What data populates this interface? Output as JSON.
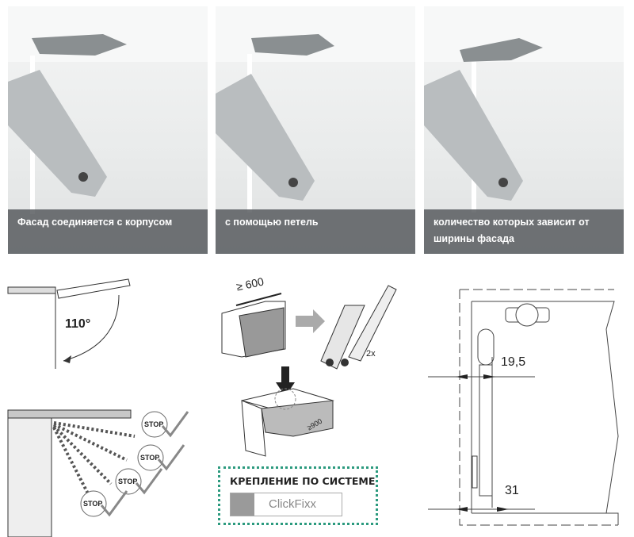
{
  "photos": [
    {
      "caption": "Фасад соединяется с корпусом"
    },
    {
      "caption": "с помощью петель"
    },
    {
      "caption": "количество которых зависит от ширины фасада"
    }
  ],
  "opening_diagram": {
    "angle_label": "110°"
  },
  "stop_diagram": {
    "stop_labels": [
      "STOP",
      "STOP",
      "STOP",
      "STOP"
    ]
  },
  "install_diagram": {
    "width_label": "≥ 600",
    "quantity_label": "2x",
    "depth_label": "≥900"
  },
  "clickfixx": {
    "title": "КРЕПЛЕНИЕ ПО СИСТЕМЕ",
    "logo_text": "ClickFixx"
  },
  "dimension_drawing": {
    "dim1": "19,5",
    "dim2": "31"
  },
  "colors": {
    "caption_bg": "#585c5f",
    "dotted_border": "#2b9a7e"
  }
}
